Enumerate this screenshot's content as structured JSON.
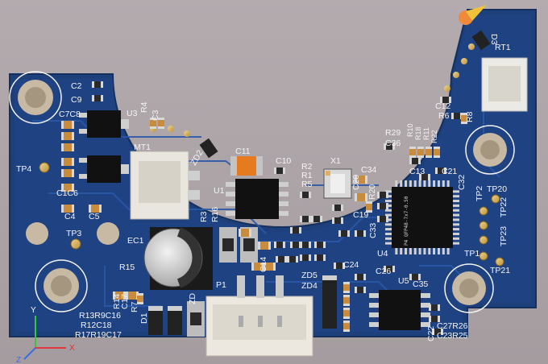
{
  "designators": {
    "c2": "C2",
    "c9": "C9",
    "c7c8": "C7C8",
    "u3": "U3",
    "r4": "R4",
    "c3": "C3",
    "tp4": "TP4",
    "mt1": "MT1",
    "zd2": "ZD2",
    "c11": "C11",
    "c10": "C10",
    "r2": "R2",
    "r1": "R1",
    "r5": "R5",
    "x1": "X1",
    "c20": "C20",
    "c34": "C34",
    "r20": "R20",
    "c21": "C21",
    "c32": "C32",
    "r29": "R29",
    "c36": "C36",
    "r10": "R10",
    "r18": "R18",
    "r11": "R11",
    "r22": "R22",
    "c13": "C13",
    "c12": "C12",
    "r6": "R6",
    "r8": "R8",
    "rt1": "RT1",
    "d3": "D3",
    "c1c6": "C1C6",
    "c4": "C4",
    "c5": "C5",
    "u1": "U1",
    "r3": "R3",
    "r16": "R16",
    "c19": "C19",
    "tp3": "TP3",
    "ec1": "EC1",
    "c14": "C14",
    "c33": "C33",
    "u4": "U4",
    "tp2": "TP2",
    "tp20": "TP20",
    "tp22": "TP22",
    "tp23": "TP23",
    "tp1": "TP1",
    "tp21": "TP21",
    "r15": "R15",
    "c24": "C24",
    "c26": "C26",
    "zd5": "ZD5",
    "zd4": "ZD4",
    "p1": "P1",
    "u5": "U5",
    "c35": "C35",
    "r14": "R14",
    "c17": "C17",
    "r7": "R7",
    "d1": "D1",
    "zd": "ZD",
    "r13r9c16": "R13R9C16",
    "r12c18": "R12C18",
    "r17r19c17": "R17R19C17",
    "c27r26": "C27R26",
    "c23r25": "C23R25",
    "c22": "C22"
  },
  "chip_marking": "P4 QFP48-7x7-0.50",
  "axes": {
    "x": "X",
    "y": "Y",
    "z": "Z"
  },
  "colors": {
    "board": "#1d3f7a",
    "silk": "#f4f4f4",
    "pad": "#d9b36a",
    "ic": "#111111"
  }
}
